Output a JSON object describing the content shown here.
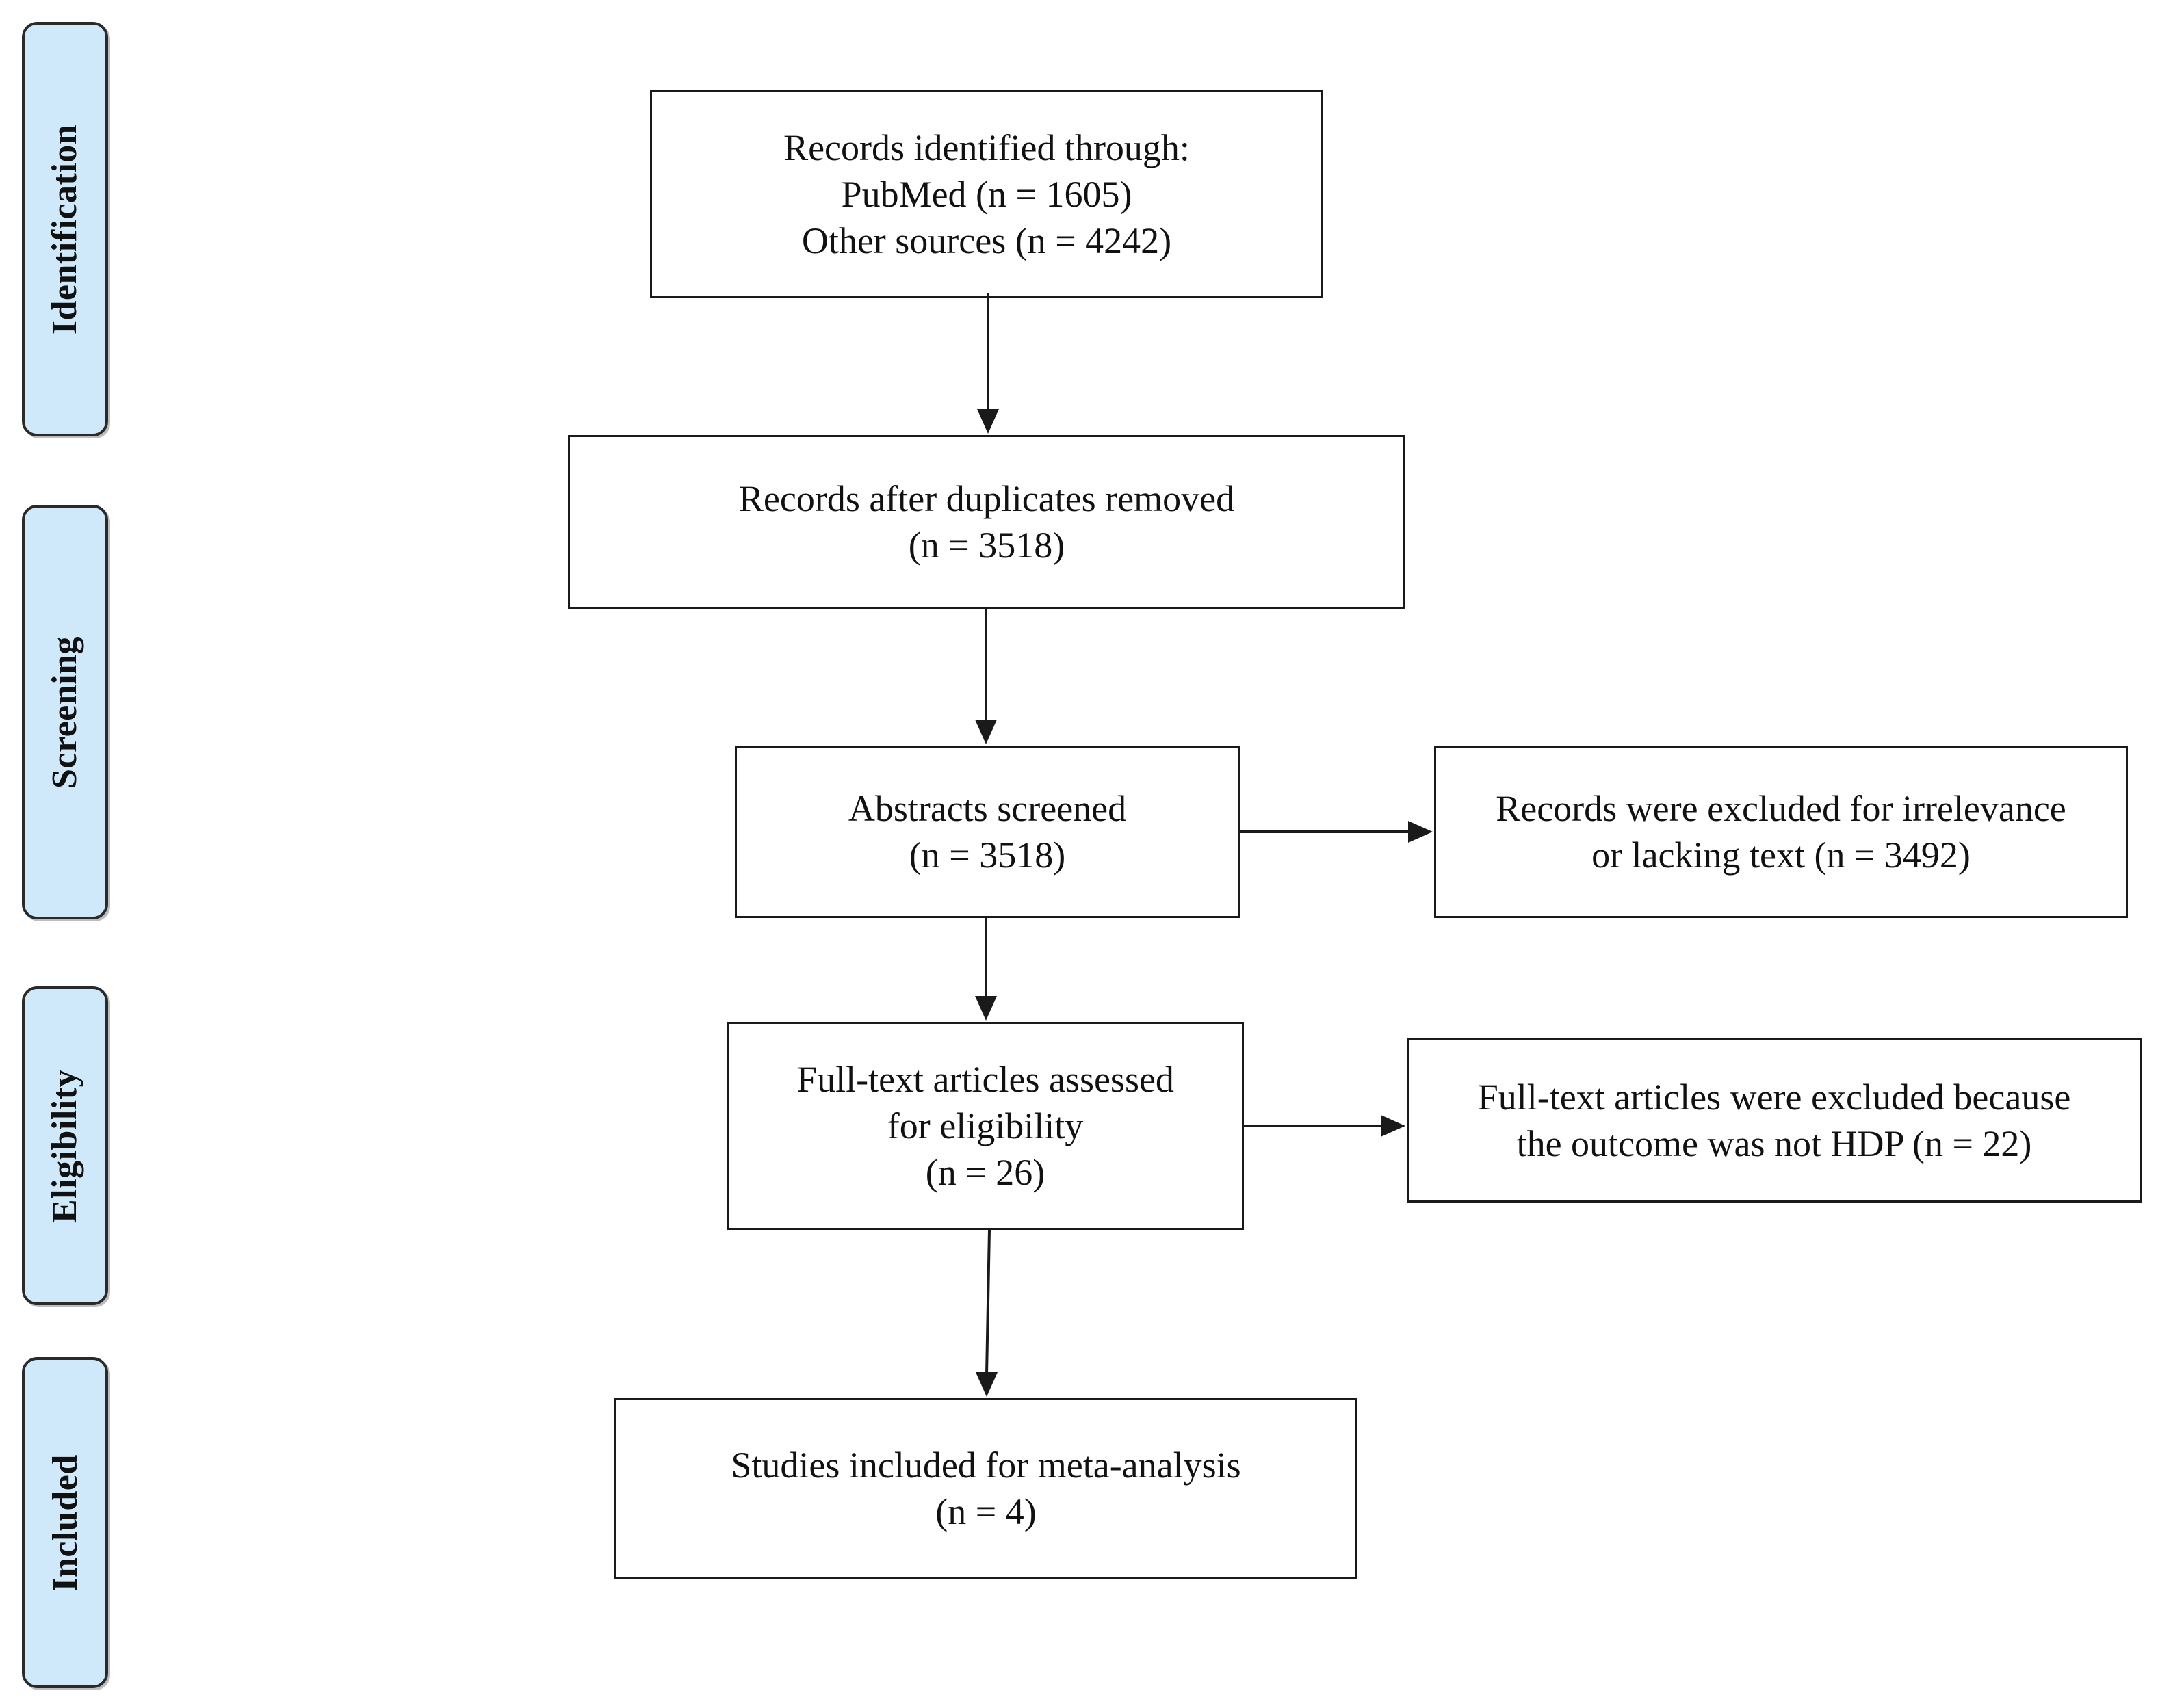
{
  "stages": {
    "identification": "Identification",
    "screening": "Screening",
    "eligibility": "Eligibility",
    "included": "Included"
  },
  "boxes": {
    "identified": {
      "line1": "Records identified through:",
      "line2": "PubMed (n = 1605)",
      "line3": "Other sources (n = 4242)"
    },
    "deduplicated": {
      "line1": "Records after duplicates removed",
      "line2": "(n = 3518)"
    },
    "screened": {
      "line1": "Abstracts screened",
      "line2": "(n = 3518)"
    },
    "screen_excluded": {
      "line1": "Records were excluded for irrelevance",
      "line2": "or lacking text (n = 3492)"
    },
    "fulltext": {
      "line1": "Full-text articles assessed",
      "line2": "for eligibility",
      "line3": "(n = 26)"
    },
    "fulltext_excluded": {
      "line1": "Full-text articles were excluded because",
      "line2": "the outcome was not HDP (n = 22)"
    },
    "included": {
      "line1": "Studies included for meta-analysis",
      "line2": "(n = 4)"
    }
  },
  "colors": {
    "stage_fill": "#cfe9fb",
    "stroke": "#1a1a1a"
  }
}
